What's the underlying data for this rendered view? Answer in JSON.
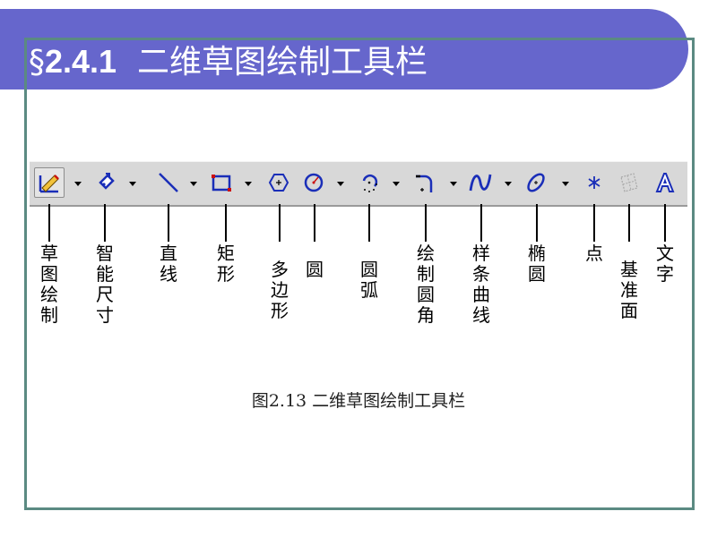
{
  "slide": {
    "section_mark": "§",
    "section_number": "2.4.1",
    "title": "二维草图绘制工具栏"
  },
  "toolbar": {
    "tools": [
      {
        "icon": "sketch-pencil-icon",
        "label": "草图绘制",
        "has_dropdown": true,
        "pressed": true
      },
      {
        "icon": "smart-dimension-icon",
        "label": "智能尺寸",
        "has_dropdown": true
      },
      {
        "icon": "line-icon",
        "label": "直线",
        "has_dropdown": true
      },
      {
        "icon": "rectangle-icon",
        "label": "矩形",
        "has_dropdown": true
      },
      {
        "icon": "polygon-icon",
        "label": "多边形",
        "has_dropdown": false
      },
      {
        "icon": "circle-icon",
        "label": "圆",
        "has_dropdown": true
      },
      {
        "icon": "arc-icon",
        "label": "圆弧",
        "has_dropdown": true
      },
      {
        "icon": "fillet-icon",
        "label": "绘制圆角",
        "has_dropdown": true
      },
      {
        "icon": "spline-icon",
        "label": "样条曲线",
        "has_dropdown": true
      },
      {
        "icon": "ellipse-icon",
        "label": "椭圆",
        "has_dropdown": true
      },
      {
        "icon": "point-icon",
        "label": "点",
        "has_dropdown": false
      },
      {
        "icon": "reference-plane-icon",
        "label": "基准面",
        "has_dropdown": false
      },
      {
        "icon": "text-icon",
        "label": "文字",
        "has_dropdown": false
      }
    ]
  },
  "figure": {
    "caption": "图2.13  二维草图绘制工具栏"
  },
  "colors": {
    "title_bar": "#6666cc",
    "frame": "#5b8a82",
    "toolbar": "#d8d8d8",
    "icon_blue": "#1a2eb8",
    "icon_red": "#cc1111"
  }
}
